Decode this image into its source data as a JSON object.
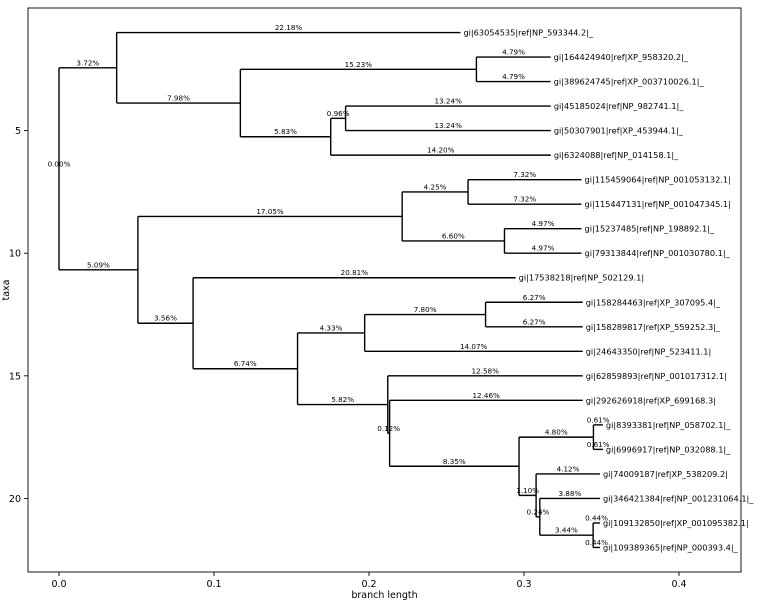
{
  "chart_data": {
    "type": "phylogenetic-tree",
    "xlabel": "branch length",
    "ylabel": "taxa",
    "xlim": [
      -0.02,
      0.44
    ],
    "ylim": [
      23,
      0
    ],
    "xticks": [
      0.0,
      0.1,
      0.2,
      0.3,
      0.4
    ],
    "yticks": [
      5,
      10,
      15,
      20
    ],
    "grid": false,
    "tree": {
      "label": "0.00%",
      "len": 0.0,
      "children": [
        {
          "label": "3.72%",
          "len": 0.0372,
          "children": [
            {
              "name": "gi|63054535|ref|NP_593344.2|_",
              "label": "22.18%",
              "len": 0.2218
            },
            {
              "label": "7.98%",
              "len": 0.0798,
              "children": [
                {
                  "label": "15.23%",
                  "len": 0.1523,
                  "children": [
                    {
                      "name": "gi|164424940|ref|XP_958320.2|_",
                      "label": "4.79%",
                      "len": 0.0479
                    },
                    {
                      "name": "gi|389624745|ref|XP_003710026.1|_",
                      "label": "4.79%",
                      "len": 0.0479
                    }
                  ]
                },
                {
                  "label": "5.83%",
                  "len": 0.0583,
                  "children": [
                    {
                      "label": "0.96%",
                      "len": 0.0096,
                      "children": [
                        {
                          "name": "gi|45185024|ref|NP_982741.1|_",
                          "label": "13.24%",
                          "len": 0.1324
                        },
                        {
                          "name": "gi|50307901|ref|XP_453944.1|_",
                          "label": "13.24%",
                          "len": 0.1324
                        }
                      ]
                    },
                    {
                      "name": "gi|6324088|ref|NP_014158.1|_",
                      "label": "14.20%",
                      "len": 0.142
                    }
                  ]
                }
              ]
            }
          ]
        },
        {
          "label": "5.09%",
          "len": 0.0509,
          "children": [
            {
              "label": "17.05%",
              "len": 0.1705,
              "children": [
                {
                  "label": "4.25%",
                  "len": 0.0425,
                  "children": [
                    {
                      "name": "gi|115459064|ref|NP_001053132.1|",
                      "label": "7.32%",
                      "len": 0.0732
                    },
                    {
                      "name": "gi|115447131|ref|NP_001047345.1|",
                      "label": "7.32%",
                      "len": 0.0732
                    }
                  ]
                },
                {
                  "label": "6.60%",
                  "len": 0.066,
                  "children": [
                    {
                      "name": "gi|15237485|ref|NP_198892.1|_",
                      "label": "4.97%",
                      "len": 0.0497
                    },
                    {
                      "name": "gi|79313844|ref|NP_001030780.1|_",
                      "label": "4.97%",
                      "len": 0.0497
                    }
                  ]
                }
              ]
            },
            {
              "label": "3.56%",
              "len": 0.0356,
              "children": [
                {
                  "name": "gi|17538218|ref|NP_502129.1|",
                  "label": "20.81%",
                  "len": 0.2081
                },
                {
                  "label": "6.74%",
                  "len": 0.0674,
                  "children": [
                    {
                      "label": "4.33%",
                      "len": 0.0433,
                      "children": [
                        {
                          "label": "7.80%",
                          "len": 0.078,
                          "children": [
                            {
                              "name": "gi|158284463|ref|XP_307095.4|_",
                              "label": "6.27%",
                              "len": 0.0627
                            },
                            {
                              "name": "gi|158289817|ref|XP_559252.3|_",
                              "label": "6.27%",
                              "len": 0.0627
                            }
                          ]
                        },
                        {
                          "name": "gi|24643350|ref|NP_523411.1|",
                          "label": "14.07%",
                          "len": 0.1407
                        }
                      ]
                    },
                    {
                      "label": "5.82%",
                      "len": 0.0582,
                      "children": [
                        {
                          "name": "gi|62859893|ref|NP_001017312.1|",
                          "label": "12.58%",
                          "len": 0.1258
                        },
                        {
                          "label": "0.12%",
                          "len": 0.0012,
                          "children": [
                            {
                              "name": "gi|292626918|ref|XP_699168.3|",
                              "label": "12.46%",
                              "len": 0.1246
                            },
                            {
                              "label": "8.35%",
                              "len": 0.0835,
                              "children": [
                                {
                                  "label": "4.80%",
                                  "len": 0.048,
                                  "children": [
                                    {
                                      "name": "gi|8393381|ref|NP_058702.1|_",
                                      "label": "0.61%",
                                      "len": 0.0061
                                    },
                                    {
                                      "name": "gi|6996917|ref|NP_032088.1|_",
                                      "label": "0.61%",
                                      "len": 0.0061
                                    }
                                  ]
                                },
                                {
                                  "label": "1.10%",
                                  "len": 0.011,
                                  "children": [
                                    {
                                      "name": "gi|74009187|ref|XP_538209.2|",
                                      "label": "4.12%",
                                      "len": 0.0412
                                    },
                                    {
                                      "label": "0.24%",
                                      "len": 0.0024,
                                      "children": [
                                        {
                                          "name": "gi|346421384|ref|NP_001231064.1|_",
                                          "label": "3.88%",
                                          "len": 0.0388
                                        },
                                        {
                                          "label": "3.44%",
                                          "len": 0.0344,
                                          "children": [
                                            {
                                              "name": "gi|109132850|ref|XP_001095382.1|",
                                              "label": "0.44%",
                                              "len": 0.0044
                                            },
                                            {
                                              "name": "gi|109389365|ref|NP_000393.4|_",
                                              "label": "0.44%",
                                              "len": 0.0044
                                            }
                                          ]
                                        }
                                      ]
                                    }
                                  ]
                                }
                              ]
                            }
                          ]
                        }
                      ]
                    }
                  ]
                }
              ]
            }
          ]
        }
      ]
    }
  }
}
